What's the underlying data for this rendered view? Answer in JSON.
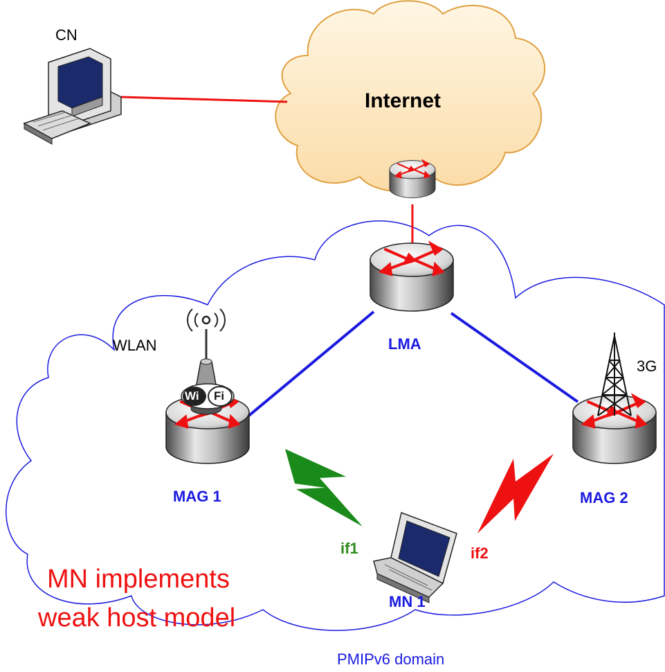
{
  "labels": {
    "cn": "CN",
    "internet": "Internet",
    "lma": "LMA",
    "wlan": "WLAN",
    "g3": "3G",
    "mag1": "MAG 1",
    "mag2": "MAG 2",
    "if1": "if1",
    "if2": "if2",
    "mn1": "MN 1",
    "note_line1": "MN implements",
    "note_line2": "weak host model",
    "domain": "PMIPv6 domain",
    "wifi_left": "Wi",
    "wifi_right": "Fi"
  },
  "colors": {
    "text_blue": "#1a1ae0",
    "text_green": "#2e8b1a",
    "text_red": "#ee1111",
    "link_red": "#ee1111",
    "link_blue": "#1a1ae0",
    "internet_cloud_fill": "#fde9c4",
    "internet_cloud_stroke": "#e0a040",
    "domain_cloud_stroke": "#1a1ae0",
    "wireless_green": "#1a8a1a",
    "wireless_red": "#ee1111",
    "router_arrow": "#ee1111"
  }
}
